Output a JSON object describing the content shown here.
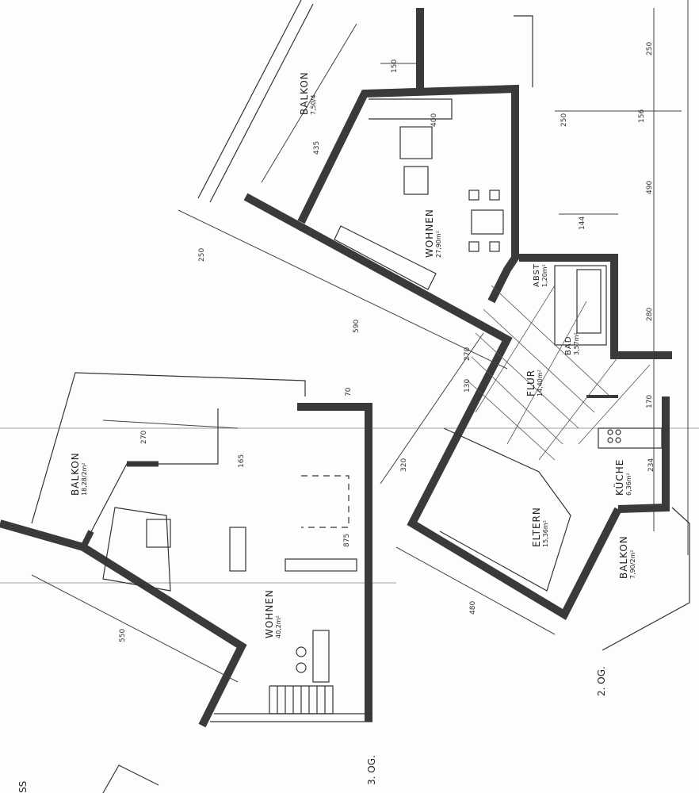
{
  "rooms": {
    "upper_balkon": {
      "name": "BALKON",
      "area": "7,50/4"
    },
    "upper_wohnen": {
      "name": "WOHNEN",
      "area": "27,90m²"
    },
    "abst": {
      "name": "ABST",
      "area": "1,20m²"
    },
    "bad": {
      "name": "BAD",
      "area": "3,57m²"
    },
    "flur": {
      "name": "FLUR",
      "area": "14,40m²"
    },
    "eltern": {
      "name": "ELTERN",
      "area": "15,36m²"
    },
    "kueche": {
      "name": "KÜCHE",
      "area": "6,36m²"
    },
    "lower_right_balkon": {
      "name": "BALKON",
      "area": "7,90/2m²"
    },
    "lower_balkon": {
      "name": "BALKON",
      "area": "18,28/2m²"
    },
    "lower_wohnen": {
      "name": "WOHNEN",
      "area": "40,2m²"
    }
  },
  "floors": {
    "upper": "2. OG.",
    "lower": "3. OG.",
    "partial_label": "SS"
  },
  "dimensions": {
    "d435": "435",
    "d250a": "250",
    "d590": "590",
    "d270a": "270",
    "d130": "130",
    "d320": "320",
    "d480": "480",
    "d234": "234",
    "d150": "150",
    "d400": "400",
    "d250b": "250",
    "d156": "156",
    "d250c": "250",
    "d490": "490",
    "d144": "144",
    "d280": "280",
    "d170": "170",
    "d270b": "270",
    "d165": "165",
    "d875": "875",
    "d550": "550",
    "d70": "70"
  },
  "colors": {
    "wall": "#3a3a3a",
    "line": "#333333",
    "paper": "#fdfdfd"
  }
}
